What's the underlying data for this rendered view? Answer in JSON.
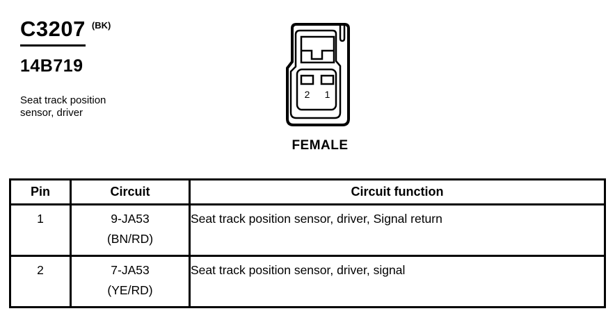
{
  "header": {
    "connector_id": "C3207",
    "color_code": "(BK)",
    "part_number": "14B719",
    "description": [
      "Seat track position",
      "sensor, driver"
    ]
  },
  "connector": {
    "gender_label": "FEMALE",
    "pin_labels": [
      "2",
      "1"
    ]
  },
  "pinout_table": {
    "headers": [
      "Pin",
      "Circuit",
      "Circuit function"
    ],
    "rows": [
      {
        "pin": "1",
        "circuit": "9-JA53",
        "wire_color": "(BN/RD)",
        "function": "Seat track position sensor, driver, Signal return"
      },
      {
        "pin": "2",
        "circuit": "7-JA53",
        "wire_color": "(YE/RD)",
        "function": "Seat track position sensor, driver, signal"
      }
    ]
  },
  "colors": {
    "ink": "#000000",
    "paper": "#ffffff"
  }
}
